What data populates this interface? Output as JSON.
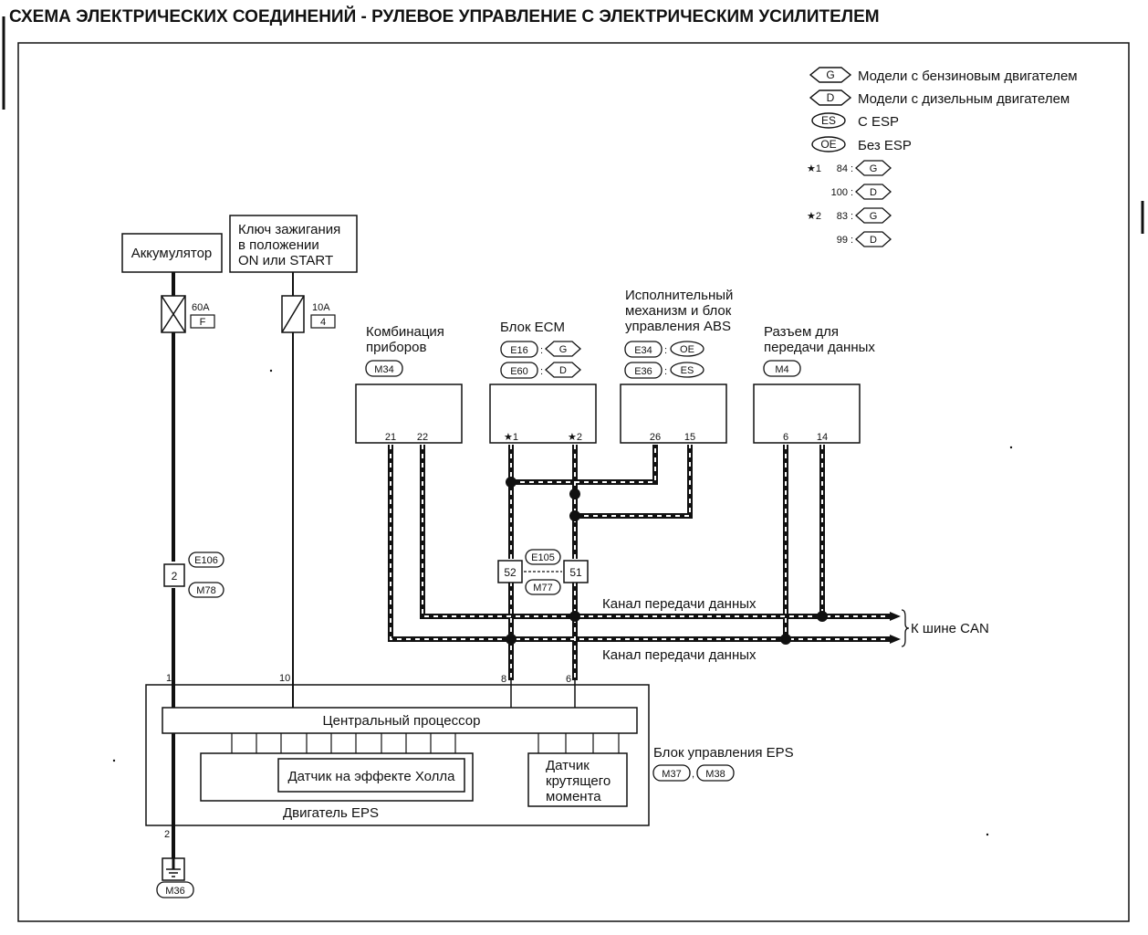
{
  "title": "СХЕМА ЭЛЕКТРИЧЕСКИХ СОЕДИНЕНИЙ - РУЛЕВОЕ УПРАВЛЕНИЕ С ЭЛЕКТРИЧЕСКИМ УСИЛИТЕЛЕМ",
  "legend": {
    "items": [
      {
        "code": "G",
        "text": "Модели с бензиновым двигателем"
      },
      {
        "code": "D",
        "text": "Модели с дизельным двигателем"
      },
      {
        "code": "ES",
        "text": "С ESP"
      },
      {
        "code": "OE",
        "text": "Без ESP"
      }
    ],
    "notes": [
      {
        "mark": "★1",
        "pin": "84",
        "code": "G"
      },
      {
        "mark": "",
        "pin": "100",
        "code": "D"
      },
      {
        "mark": "★2",
        "pin": "83",
        "code": "G"
      },
      {
        "mark": "",
        "pin": "99",
        "code": "D"
      }
    ]
  },
  "battery": {
    "label": "Аккумулятор",
    "fuse_rating": "60A",
    "fuse_id": "F"
  },
  "ignition": {
    "line1": "Ключ зажигания",
    "line2": "в положении",
    "line3": "ON или START",
    "fuse_rating": "10A",
    "fuse_id": "4"
  },
  "combination_meter": {
    "line1": "Комбинация",
    "line2": "приборов",
    "connector": "M34",
    "pin_a": "21",
    "pin_b": "22"
  },
  "ecm": {
    "label": "Блок ECM",
    "conn1": "E16",
    "conn1_code": "G",
    "conn2": "E60",
    "conn2_code": "D",
    "pin_a": "★1",
    "pin_b": "★2"
  },
  "abs": {
    "line1": "Исполнительный",
    "line2": "механизм и блок",
    "line3": "управления ABS",
    "conn1": "E34",
    "conn1_code": "OE",
    "conn2": "E36",
    "conn2_code": "ES",
    "pin_a": "26",
    "pin_b": "15"
  },
  "data_link": {
    "line1": "Разъем для",
    "line2": "передачи данных",
    "connector": "M4",
    "pin_a": "6",
    "pin_b": "14"
  },
  "joint_connector": {
    "left_pin": "52",
    "right_pin": "51",
    "conn_top": "E105",
    "conn_bottom": "M77"
  },
  "battery_joint": {
    "pin": "2",
    "conn_top": "E106",
    "conn_bottom": "M78"
  },
  "can_bus": {
    "line_top": "Канал передачи данных",
    "line_bottom": "Канал передачи данных",
    "label": "К шине CAN"
  },
  "eps_unit": {
    "pin_1": "1",
    "pin_10": "10",
    "pin_8": "8",
    "pin_6": "6",
    "pin_2": "2",
    "cpu": "Центральный процессор",
    "hall_sensor": "Датчик на эффекте Холла",
    "motor": "Двигатель EPS",
    "torque_line1": "Датчик",
    "torque_line2": "крутящего",
    "torque_line3": "момента",
    "label": "Блок управления EPS",
    "conn1": "M37",
    "conn2": "M38"
  },
  "ground": {
    "connector": "M36"
  },
  "colors": {
    "line": "#111111",
    "background": "#ffffff"
  }
}
